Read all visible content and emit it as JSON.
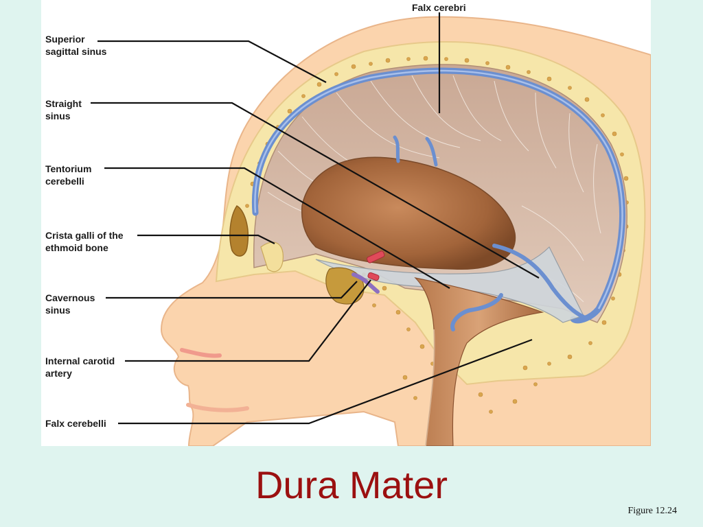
{
  "title": "Dura Mater",
  "figure_ref": "Figure 12.24",
  "labels": {
    "falx_cerebri": "Falx cerebri",
    "superior_sagittal_sinus": [
      "Superior",
      "sagittal sinus"
    ],
    "straight_sinus": [
      "Straight",
      "sinus"
    ],
    "tentorium_cerebelli": [
      "Tentorium",
      "cerebelli"
    ],
    "crista_galli": [
      "Crista galli of the",
      "ethmoid bone"
    ],
    "cavernous_sinus": [
      "Cavernous",
      "sinus"
    ],
    "internal_carotid": [
      "Internal carotid",
      "artery"
    ],
    "falx_cerebelli": "Falx cerebelli"
  },
  "colors": {
    "background": "#dff4ef",
    "title": "#9b1010",
    "skin": "#fbd4ad",
    "bone": "#f7eab4",
    "dura": "#d9b9a2",
    "sinus": "#6b8fd0",
    "brain_cavity": "#a8683e",
    "artery": "#e04a5a"
  }
}
